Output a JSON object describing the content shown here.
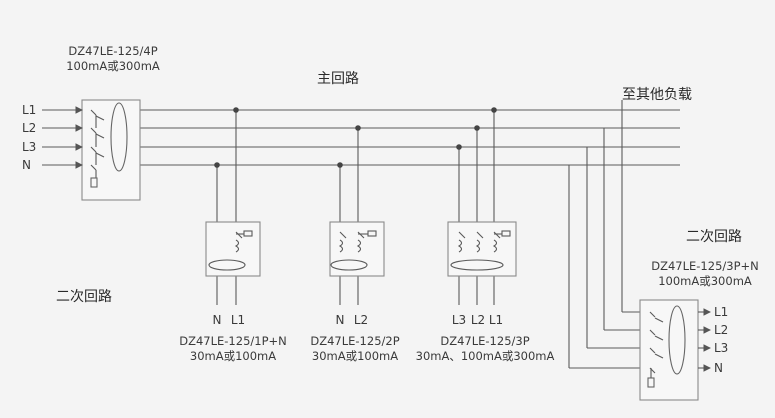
{
  "main_breaker": {
    "model": "DZ47LE-125/4P",
    "rating": "100mA或300mA",
    "inputs": [
      "L1",
      "L2",
      "L3",
      "N"
    ]
  },
  "labels": {
    "main_circuit": "主回路",
    "to_other_loads": "至其他负载",
    "secondary_circuit_left": "二次回路",
    "secondary_circuit_right": "二次回路"
  },
  "breaker_1p": {
    "terminals": [
      "N",
      "L1"
    ],
    "model": "DZ47LE-125/1P+N",
    "rating": "30mA或100mA"
  },
  "breaker_2p": {
    "terminals": [
      "N",
      "L2"
    ],
    "model": "DZ47LE-125/2P",
    "rating": "30mA或100mA"
  },
  "breaker_3p": {
    "terminals": [
      "L3",
      "L2",
      "L1"
    ],
    "model": "DZ47LE-125/3P",
    "rating": "30mA、100mA或300mA"
  },
  "breaker_3pn": {
    "model": "DZ47LE-125/3P+N",
    "rating": "100mA或300mA",
    "outputs": [
      "L1",
      "L2",
      "L3",
      "N"
    ]
  },
  "colors": {
    "line": "#5a5a5a",
    "box": "#8a8a8a",
    "background": "#f4f4f4"
  }
}
